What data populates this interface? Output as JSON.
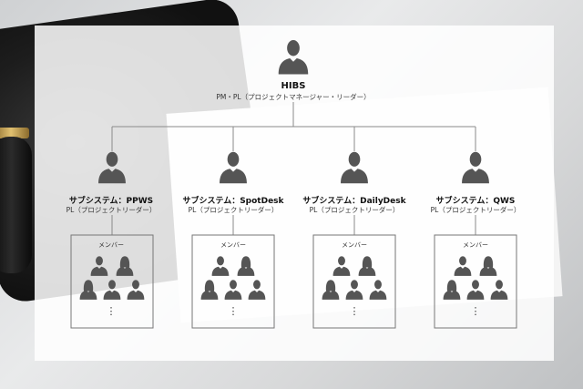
{
  "root": {
    "title": "HIBS",
    "subtitle": "PM・PL（プロジェクトマネージャー・リーダー）"
  },
  "teams": [
    {
      "title": "サブシステム：PPWS",
      "subtitle": "PL（プロジェクトリーダー）",
      "members_label": "メンバー",
      "ellipsis": "⋮"
    },
    {
      "title": "サブシステム：SpotDesk",
      "subtitle": "PL（プロジェクトリーダー）",
      "members_label": "メンバー",
      "ellipsis": "⋮"
    },
    {
      "title": "サブシステム：DailyDesk",
      "subtitle": "PL（プロジェクトリーダー）",
      "members_label": "メンバー",
      "ellipsis": "⋮"
    },
    {
      "title": "サブシステム：QWS",
      "subtitle": "PL（プロジェクトリーダー）",
      "members_label": "メンバー",
      "ellipsis": "⋮"
    }
  ],
  "colors": {
    "person": "#555555",
    "line": "#8a8a8a",
    "box_border": "#777777"
  },
  "icons": [
    "person-icon",
    "male-member-icon",
    "female-member-icon"
  ]
}
